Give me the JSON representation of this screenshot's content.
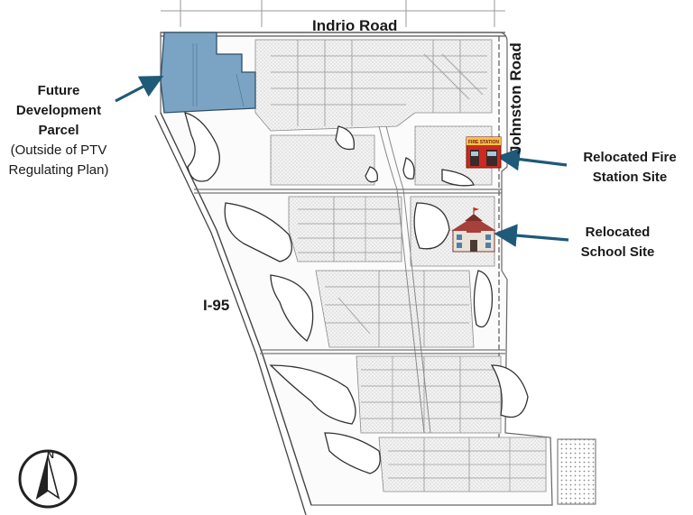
{
  "roads": {
    "north": "Indrio Road",
    "east": "Johnston Road",
    "west": "I-95"
  },
  "callouts": {
    "parcel": {
      "title_lines": [
        "Future",
        "Development",
        "Parcel"
      ],
      "note_lines": [
        "(Outside of PTV",
        "Regulating Plan)"
      ]
    },
    "fire": {
      "lines": [
        "Relocated Fire",
        "Station Site"
      ],
      "icon_sign": "FIRE STATION"
    },
    "school": {
      "lines": [
        "Relocated",
        "School Site"
      ]
    }
  },
  "compass": {
    "label": "N"
  },
  "colors": {
    "parcel_fill": "#7ba4c4",
    "arrow": "#1f5a78",
    "road_line": "#555555",
    "fire_station": "#cc2a1e",
    "school": "#a6403a"
  },
  "icons": [
    "north-arrow-icon",
    "fire-station-icon",
    "school-icon"
  ]
}
